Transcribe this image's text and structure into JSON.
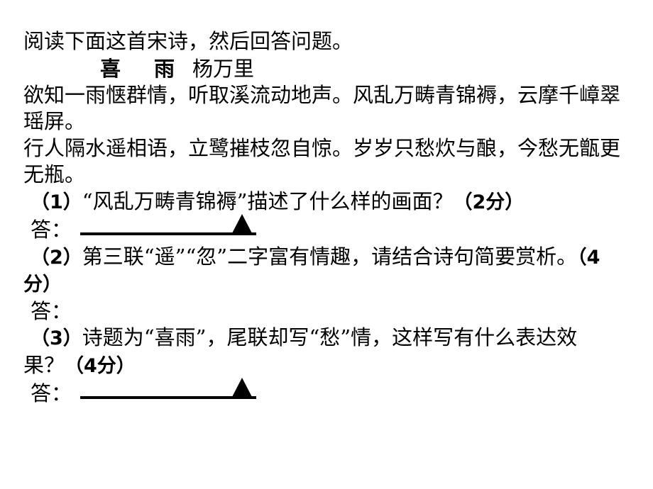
{
  "slide": {
    "background_color": "#ffffff",
    "text_color": "#000000"
  },
  "prompt": {
    "text": "阅读下面这首宋诗，然后回答问题。"
  },
  "poem": {
    "title": "喜　雨",
    "author": "杨万里",
    "stanza_1": "欲知一雨惬群情，听取溪流动地声。风乱万畴青锦褥，云摩千嶂翠瑶屏。",
    "stanza_2": "行人隔水遥相语，立鹭摧枝忽自惊。岁岁只愁炊与酿，今愁无甑更无瓶。"
  },
  "questions": [
    {
      "number": "（1）",
      "text": "“风乱万畴青锦褥”描述了什么样的画面？",
      "marks": "（2分）",
      "answer_label": "答：",
      "has_blank": true,
      "blank_marker": "▲"
    },
    {
      "number": "（2）",
      "text": "第三联“遥”“忽”二字富有情趣，请结合诗句简要赏析。",
      "marks": "（4分）",
      "answer_label": "答：",
      "has_blank": false,
      "blank_marker": ""
    },
    {
      "number": "（3）",
      "text": "诗题为“喜雨”，尾联却写“愁”情，这样写有什么表达效果？",
      "marks": "（4分）",
      "answer_label": "答：",
      "has_blank": true,
      "blank_marker": "▲"
    }
  ]
}
